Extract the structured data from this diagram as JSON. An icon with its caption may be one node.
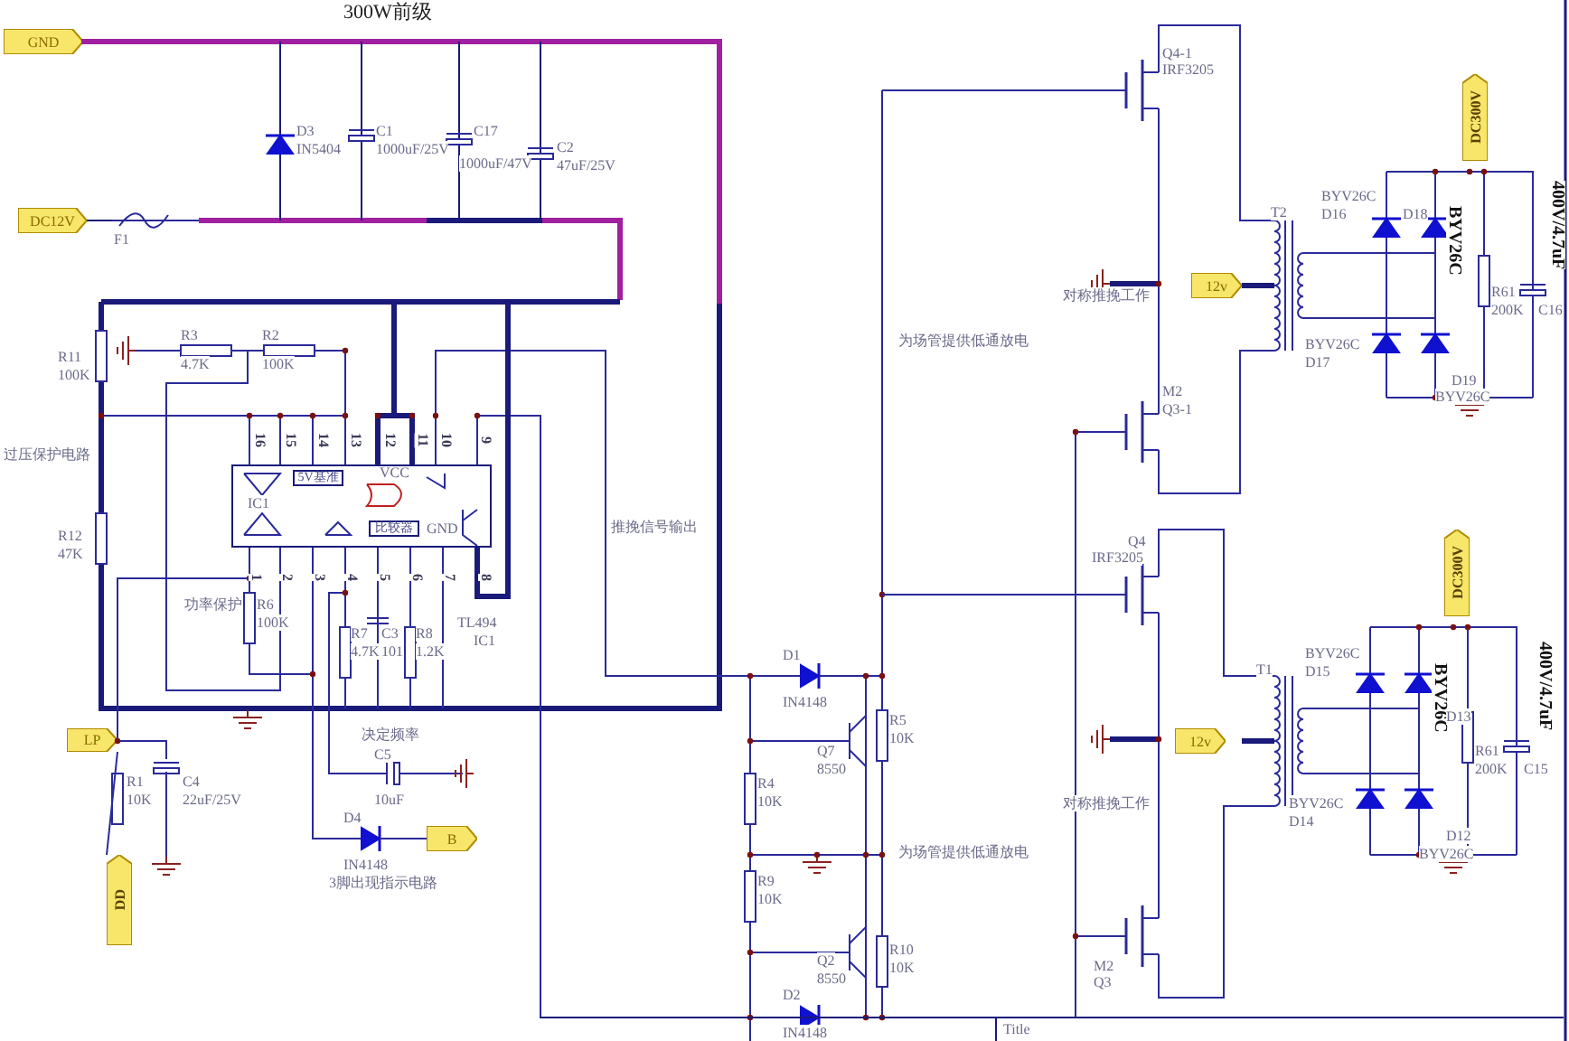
{
  "diagram": {
    "title": "300W前级",
    "nodes": [
      {
        "text": [
          "GND"
        ]
      },
      {
        "text": [
          "DC12V"
        ]
      },
      {
        "text": [
          "LP"
        ]
      },
      {
        "text": [
          "DD"
        ]
      },
      {
        "text": [
          "B"
        ]
      },
      {
        "text": [
          "DC300V"
        ]
      },
      {
        "text": [
          "12v"
        ]
      },
      {
        "text": [
          "DC300V"
        ]
      },
      {
        "text": [
          "12v"
        ]
      },
      {
        "text": [
          "IC1"
        ]
      },
      {
        "text": [
          "5V基准"
        ],
        "in": 9
      },
      {
        "text": [
          "比较器"
        ],
        "in": 9
      }
    ],
    "edges": [
      {
        "from": 9,
        "to": 2,
        "arrow": "none"
      },
      {
        "from": 2,
        "to": 3,
        "arrow": "none"
      }
    ],
    "labels": [
      "F1",
      "D3",
      "IN5404",
      "C1",
      "1000uF/25V",
      "C17",
      "1000uF/47V",
      "C2",
      "47uF/25V",
      "R11",
      "100K",
      "R3",
      "4.7K",
      "R2",
      "100K",
      "过压保护电路",
      "R12",
      "47K",
      "16",
      "15",
      "14",
      "13",
      "12",
      "11",
      "10",
      "9",
      "1",
      "2",
      "3",
      "4",
      "5",
      "6",
      "7",
      "8",
      "VCC",
      "GND",
      "功率保护",
      "R6",
      "100K",
      "R7",
      "4.7K",
      "C3",
      "101",
      "R8",
      "1.2K",
      "TL494",
      "IC1",
      "推挽信号输出",
      "决定频率",
      "C5",
      "10uF",
      "D4",
      "IN4148",
      "3脚出现指示电路",
      "R1",
      "10K",
      "C4",
      "22uF/25V",
      "D1",
      "IN4148",
      "Q7",
      "8550",
      "R5",
      "10K",
      "R4",
      "10K",
      "R9",
      "10K",
      "Q2",
      "8550",
      "R10",
      "10K",
      "D2",
      "IN4148",
      "为场管提供低通放电",
      "Q4-1",
      "IRF3205",
      "M2",
      "Q3-1",
      "对称推挽工作",
      "T2",
      "BYV26C",
      "D16",
      "D18",
      "BYV26C",
      "400V/4.7uF",
      "R61",
      "200K",
      "C16",
      "BYV26C",
      "D17",
      "D19",
      "BYV26C",
      "为场管提供低通放电",
      "Q4",
      "IRF3205",
      "T1",
      "BYV26C",
      "D15",
      "BYV26C",
      "D13",
      "R61",
      "200K",
      "C15",
      "400V/4.7uF",
      "对称推挽工作",
      "BYV26C",
      "D14",
      "D12",
      "BYV26C",
      "M2",
      "Q3",
      "Title"
    ]
  }
}
